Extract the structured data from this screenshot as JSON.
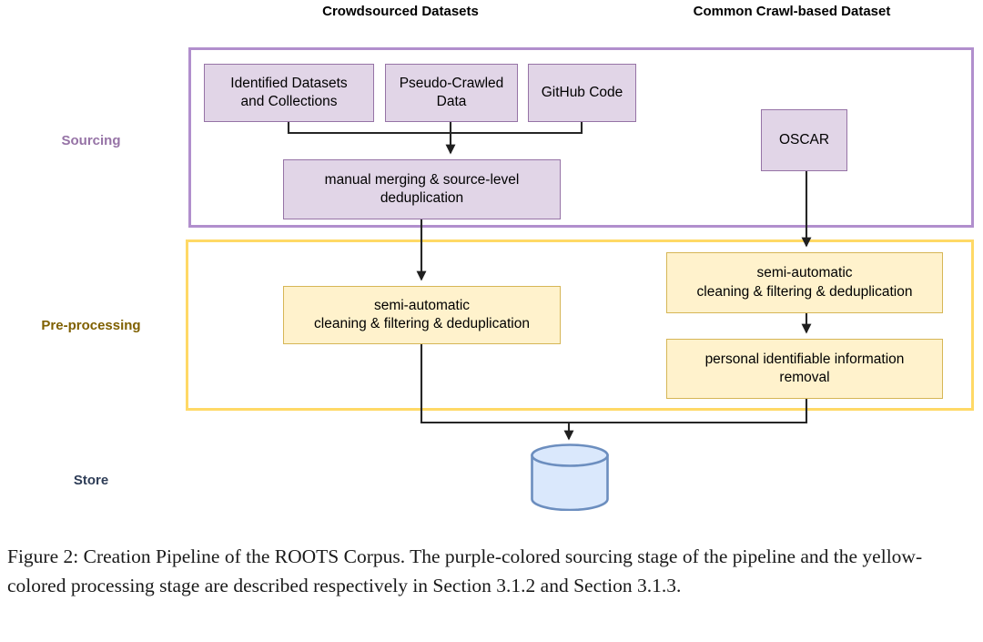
{
  "figure": {
    "headers": [
      {
        "id": "crowdsourced",
        "label": "Crowdsourced Datasets"
      },
      {
        "id": "common-crawl",
        "label": "Common Crawl-based Dataset"
      }
    ],
    "stage_labels": [
      {
        "id": "sourcing",
        "label": "Sourcing",
        "color": "#9673a6"
      },
      {
        "id": "pre-processing",
        "label": "Pre-processing",
        "color": "#7f6000"
      },
      {
        "id": "store",
        "label": "Store",
        "color": "#2e3d57"
      }
    ],
    "containers": [
      {
        "id": "sourcing-container",
        "border_color": "#b18fcd"
      },
      {
        "id": "preprocessing-container",
        "border_color": "#ffd966"
      }
    ],
    "nodes": {
      "identified": "Identified Datasets and Collections",
      "pseudo": "Pseudo-Crawled Data",
      "github": "GitHub Code",
      "oscar": "OSCAR",
      "merge": "manual merging & source-level deduplication",
      "semi_left": "semi-automatic cleaning & filtering & deduplication",
      "semi_right": "semi-automatic cleaning & filtering & deduplication",
      "pii": "personal identifiable information removal",
      "store_db": "database-cylinder"
    },
    "node_lines": {
      "identified": [
        "Identified Datasets",
        "and Collections"
      ],
      "pseudo": [
        "Pseudo-Crawled",
        "Data"
      ],
      "github": [
        "GitHub Code"
      ],
      "oscar": [
        "OSCAR"
      ],
      "merge": [
        "manual merging & source-level",
        "deduplication"
      ],
      "semi_left": [
        "semi-automatic",
        "cleaning & filtering & deduplication"
      ],
      "semi_right": [
        "semi-automatic",
        "cleaning & filtering & deduplication"
      ],
      "pii": [
        "personal identifiable information",
        "removal"
      ]
    },
    "colors": {
      "purple_fill": "#e1d5e7",
      "purple_stroke": "#9673a6",
      "yellow_fill": "#fff2cc",
      "yellow_stroke": "#d6b656",
      "db_fill": "#dae8fc",
      "db_stroke": "#6c8ebf",
      "edge_stroke": "#262626"
    }
  },
  "caption": {
    "text": "Figure 2: Creation Pipeline of the ROOTS Corpus. The purple-colored sourcing stage of the pipeline and the yellow-colored processing stage are described respectively in Section 3.1.2 and Section 3.1.3."
  }
}
